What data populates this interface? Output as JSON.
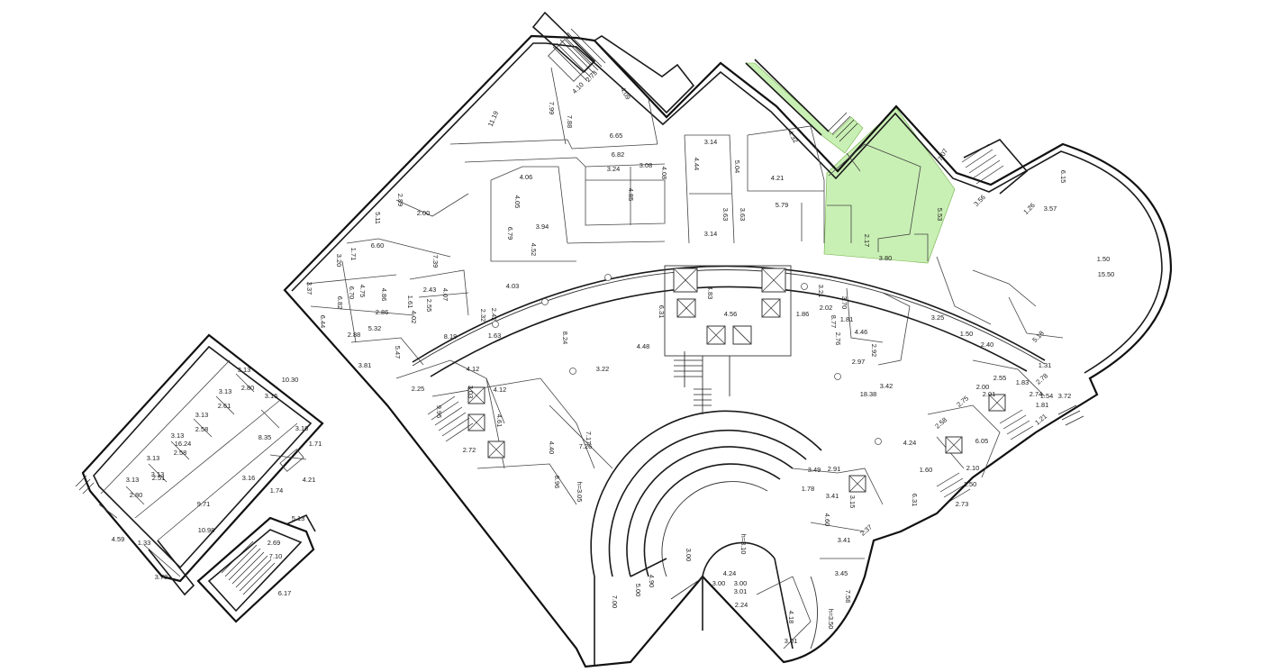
{
  "colors": {
    "background": "#ffffff",
    "walls": "#1a1a1a",
    "highlight_fill": "#c9f0b4",
    "highlight_stroke": "#6fae47"
  },
  "labels": {
    "main": [
      "11.19",
      "7.99",
      "7.88",
      "4.09",
      "2.73",
      "4.10",
      "6.65",
      "6.82",
      "3.24",
      "3.08",
      "4.85",
      "4.08",
      "4.06",
      "4.05",
      "3.94",
      "6.79",
      "4.52",
      "3.14",
      "4.44",
      "5.04",
      "4.21",
      "4.32",
      "5.79",
      "3.63",
      "3.63",
      "3.14",
      "7.07",
      "5.53",
      "2.17",
      "3.80",
      "3.56",
      "1.26",
      "3.57",
      "6.15",
      "1.50",
      "15.50",
      "5.11",
      "2.89",
      "2.00",
      "3.20",
      "1.71",
      "6.60",
      "7.39",
      "3.37",
      "6.70",
      "6.82",
      "4.86",
      "4.75",
      "2.43",
      "1.61",
      "2.55",
      "4.07",
      "6.44",
      "2.86",
      "5.32",
      "2.88",
      "4.02",
      "2.42",
      "2.32",
      "1.63",
      "8.19",
      "5.47",
      "3.81",
      "4.03",
      "8.24",
      "4.48",
      "3.22",
      "4.83",
      "4.56",
      "6.31",
      "3.21",
      "3.70",
      "1.86",
      "2.02",
      "1.81",
      "8.77",
      "4.46",
      "2.76",
      "2.92",
      "2.97",
      "3.25",
      "1.50",
      "2.40",
      "5.18",
      "3.42",
      "18.38",
      "2.78",
      "1.31",
      "1.83",
      "2.55",
      "2.00",
      "2.01",
      "2.74",
      "1.54",
      "3.72",
      "1.21",
      "1.81",
      "2.75",
      "2.58",
      "4.24",
      "1.60",
      "6.05",
      "2.10",
      "1.50",
      "2.73",
      "6.31",
      "3.49",
      "2.91",
      "1.78",
      "3.41",
      "3.15",
      "4.60",
      "3.41",
      "2.37",
      "3.45",
      "7.58",
      "4.24",
      "3.00",
      "3.00",
      "3.01",
      "2.24",
      "4.18",
      "3.01",
      "3.00",
      "4.90",
      "5.00",
      "7.00",
      "4.12",
      "4.12",
      "3.03",
      "4.61",
      "2.25",
      "9.95",
      "2.72",
      "4.40",
      "7.17",
      "7.26",
      "8.96",
      "h=3.05",
      "h=3.10",
      "h=3.50"
    ],
    "annex": [
      "10.30",
      "3.13",
      "2.80",
      "3.13",
      "2.61",
      "3.13",
      "2.58",
      "3.13",
      "2.58",
      "16.24",
      "3.13",
      "3.13",
      "2.51",
      "3.13",
      "2.80",
      "3.16",
      "8.35",
      "3.16",
      "1.71",
      "4.21",
      "1.74",
      "9.71",
      "3.16",
      "10.98",
      "4.59",
      "1.33",
      "3.78"
    ],
    "stair_block": [
      "5.13",
      "2.69",
      "7.10",
      "6.17"
    ]
  }
}
